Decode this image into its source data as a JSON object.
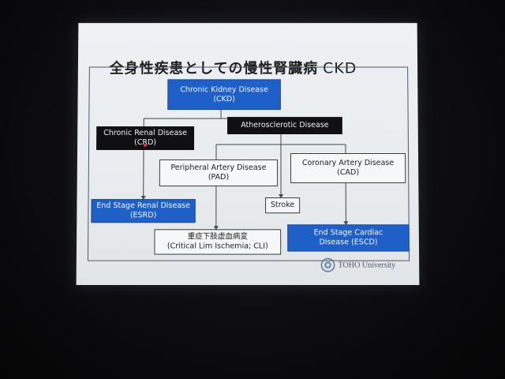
{
  "slide": {
    "title": "全身性疾患としての慢性腎臓病",
    "title_suffix": "CKD",
    "nodes": {
      "ckd": {
        "line1": "Chronic Kidney Disease",
        "line2": "(CKD)"
      },
      "crd": {
        "line1": "Chronic Renal Disease",
        "line2": "(CRD)"
      },
      "athero": {
        "line1": "Atherosclerotic Disease"
      },
      "pad": {
        "line1": "Peripheral Artery Disease",
        "line2": "(PAD)"
      },
      "cad": {
        "line1": "Coronary Artery Disease",
        "line2": "(CAD)"
      },
      "esrd": {
        "line1": "End Stage Renal Disease",
        "line2": "(ESRD)"
      },
      "stroke": {
        "line1": "Stroke"
      },
      "cli": {
        "line1": "重症下肢虚血病変",
        "line2": "(Critical Lim Ischemia; CLI)"
      },
      "escd": {
        "line1": "End Stage Cardiac",
        "line2": "Disease (ESCD)"
      }
    },
    "logo_text": "TOHO University",
    "colors": {
      "blue": "#1f5fc8",
      "black": "#101012",
      "frame": "#4b5868"
    }
  }
}
